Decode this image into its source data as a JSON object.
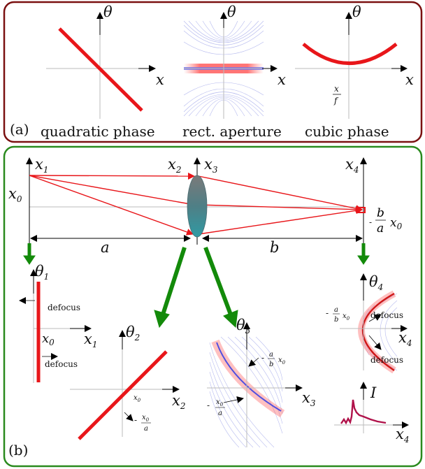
{
  "panel_a": {
    "label": "(a)",
    "captions": {
      "quadratic": "quadratic phase",
      "rect": "rect. aperture",
      "cubic": "cubic phase"
    },
    "axis_x": "x",
    "axis_theta": "θ",
    "frac_num": "x",
    "frac_den": "f"
  },
  "panel_b": {
    "label": "(b)",
    "planes": {
      "x1": "x",
      "x2": "x",
      "x3": "x",
      "x4": "x",
      "s1": "1",
      "s2": "2",
      "s3": "3",
      "s4": "4"
    },
    "x0": "x",
    "x0_sub": "0",
    "dist_a": "a",
    "dist_b": "b",
    "image_sign": "-",
    "image_num": "b",
    "image_den": "a",
    "phase_labels": {
      "theta": "θ",
      "s1": "1",
      "s2": "2",
      "s3": "3",
      "s4": "4"
    },
    "defocus": "defocus",
    "intensity": "I",
    "frac_a": "a",
    "frac_b": "b",
    "minus": "-"
  },
  "colors": {
    "panel_a_border": "#7a1010",
    "panel_b_border": "#2a8a1e",
    "ray": "#e8161a",
    "arrow_green": "#138a0a",
    "intensity": "#b0124a"
  }
}
